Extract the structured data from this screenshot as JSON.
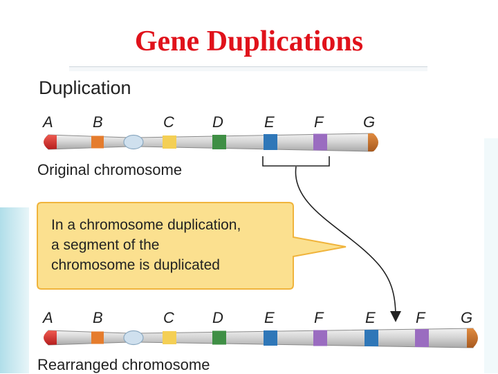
{
  "slide_title": "Gene Duplications",
  "panel_title": "Duplication",
  "original": {
    "caption": "Original chromosome",
    "genes": [
      {
        "label": "A",
        "color": "#d42a2a"
      },
      {
        "label": "B",
        "color": "#e57c2d"
      },
      {
        "label": "C",
        "color": "#f4cf55"
      },
      {
        "label": "D",
        "color": "#3f8f45"
      },
      {
        "label": "E",
        "color": "#2f77b8"
      },
      {
        "label": "F",
        "color": "#9a6cc0"
      },
      {
        "label": "G",
        "color": "#c5702c"
      }
    ]
  },
  "rearranged": {
    "caption": "Rearranged chromosome",
    "genes": [
      {
        "label": "A",
        "color": "#d42a2a"
      },
      {
        "label": "B",
        "color": "#e57c2d"
      },
      {
        "label": "C",
        "color": "#f4cf55"
      },
      {
        "label": "D",
        "color": "#3f8f45"
      },
      {
        "label": "E",
        "color": "#2f77b8"
      },
      {
        "label": "F",
        "color": "#9a6cc0"
      },
      {
        "label": "E",
        "color": "#2f77b8"
      },
      {
        "label": "F",
        "color": "#9a6cc0"
      },
      {
        "label": "G",
        "color": "#c5702c"
      }
    ]
  },
  "callout": {
    "line1": "In a chromosome duplication,",
    "line2": "a segment of the",
    "line3": "chromosome is duplicated"
  },
  "colors": {
    "title": "#e0121b",
    "callout_fill": "#fbe08f",
    "callout_border": "#f0b43c",
    "chromosome_body": "#d3d3d3",
    "centromere": "#cfe0ee"
  }
}
